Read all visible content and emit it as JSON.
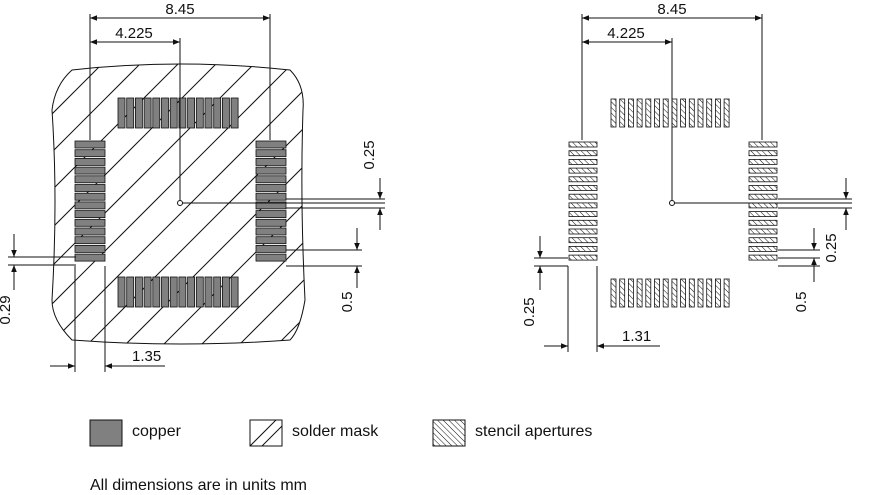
{
  "left_view": {
    "dim_overall": "8.45",
    "dim_half": "4.225",
    "dim_pitch": "0.25",
    "dim_pad_width": "0.29",
    "dim_pad_length": "1.35",
    "dim_pad_width_b": "0.5"
  },
  "right_view": {
    "dim_overall": "8.45",
    "dim_half": "4.225",
    "dim_pitch_a": "0.25",
    "dim_pitch_b": "0.25",
    "dim_aperture_length": "1.31",
    "dim_aperture_width": "0.5"
  },
  "legend": {
    "copper": "copper",
    "solder_mask": "solder mask",
    "stencil": "stencil apertures"
  },
  "note": "All dimensions are in units mm",
  "colors": {
    "copper": "#808080",
    "line": "#111111",
    "background": "#ffffff"
  }
}
